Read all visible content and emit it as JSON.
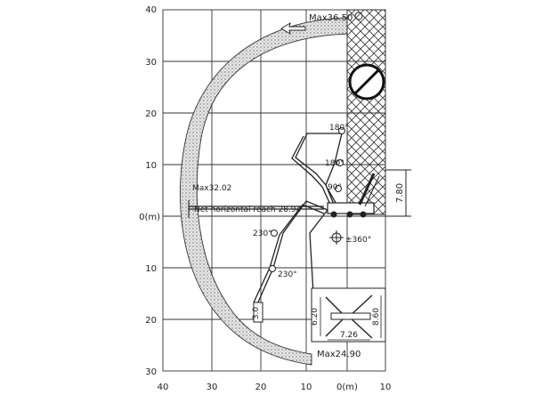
{
  "diagram": {
    "y_ticks_top": [
      "40",
      "30",
      "20",
      "10"
    ],
    "y_zero_label": "0(m)",
    "y_ticks_bottom": [
      "10",
      "20",
      "30"
    ],
    "x_ticks": [
      "40",
      "30",
      "20",
      "10",
      "0(m)",
      "10"
    ],
    "max_height_label": "Max36.50",
    "max_reach_label": "Max32.02",
    "net_reach_label": "Net horizontal reach 28.94",
    "max_depth_label": "Max24.90",
    "joint_labels": {
      "j1": "180°",
      "j2": "180°",
      "j3": "90°",
      "j4": "230°",
      "j5": "230°"
    },
    "rotation_label": "±360°",
    "hose_length": "3.0",
    "dimension_labels": {
      "height": "7.80",
      "outrigger_front": "6.20",
      "outrigger_rear": "8.60",
      "outrigger_width": "7.26"
    },
    "icons": [
      "no-entry-icon",
      "rotation-icon",
      "direction-arrow-icon"
    ]
  }
}
